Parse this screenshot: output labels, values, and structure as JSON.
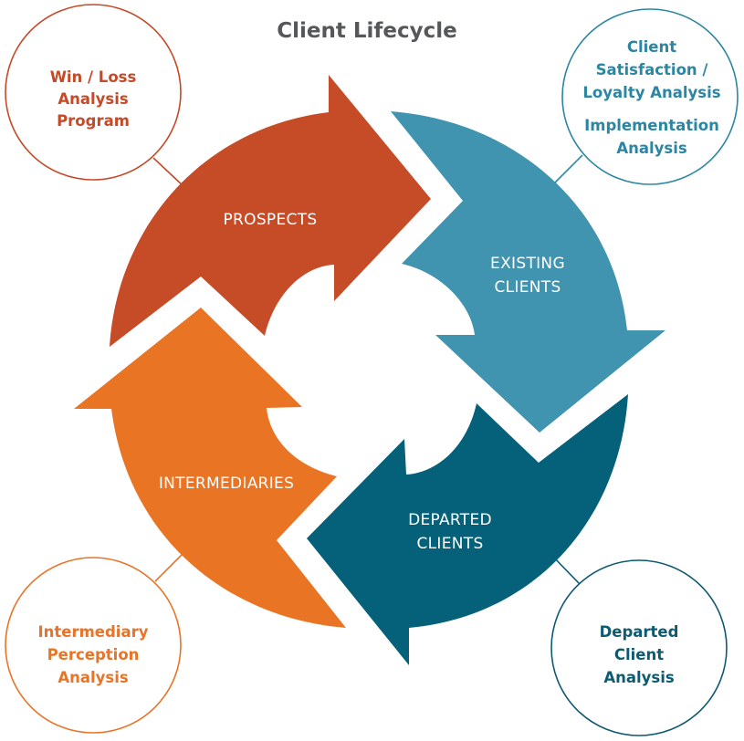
{
  "title": "Client Lifecycle",
  "colors": {
    "prospects": "#C64B27",
    "existing": "#4094B0",
    "departed": "#05617A",
    "intermediaries": "#E97424",
    "title": "#555759",
    "circle_win_loss": "#C44A28",
    "circle_satisfaction": "#2C86A2",
    "circle_intermediary": "#E8742A",
    "circle_departed": "#0E5A70"
  },
  "stages": [
    {
      "id": "prospects",
      "lines": [
        "PROSPECTS"
      ]
    },
    {
      "id": "existing",
      "lines": [
        "EXISTING",
        "CLIENTS"
      ]
    },
    {
      "id": "departed",
      "lines": [
        "DEPARTED",
        "CLIENTS"
      ]
    },
    {
      "id": "intermediaries",
      "lines": [
        "INTERMEDIARIES"
      ]
    }
  ],
  "analyses": [
    {
      "id": "win-loss",
      "stage": "prospects",
      "lines": [
        "Win / Loss",
        "Analysis",
        "Program"
      ]
    },
    {
      "id": "satisfaction",
      "stage": "existing",
      "lines": [
        "Client",
        "Satisfaction /",
        "Loyalty Analysis",
        "Implementation",
        "Analysis"
      ]
    },
    {
      "id": "departed-analysis",
      "stage": "departed",
      "lines": [
        "Departed",
        "Client",
        "Analysis"
      ]
    },
    {
      "id": "intermediary-analysis",
      "stage": "intermediaries",
      "lines": [
        "Intermediary",
        "Perception",
        "Analysis"
      ]
    }
  ]
}
